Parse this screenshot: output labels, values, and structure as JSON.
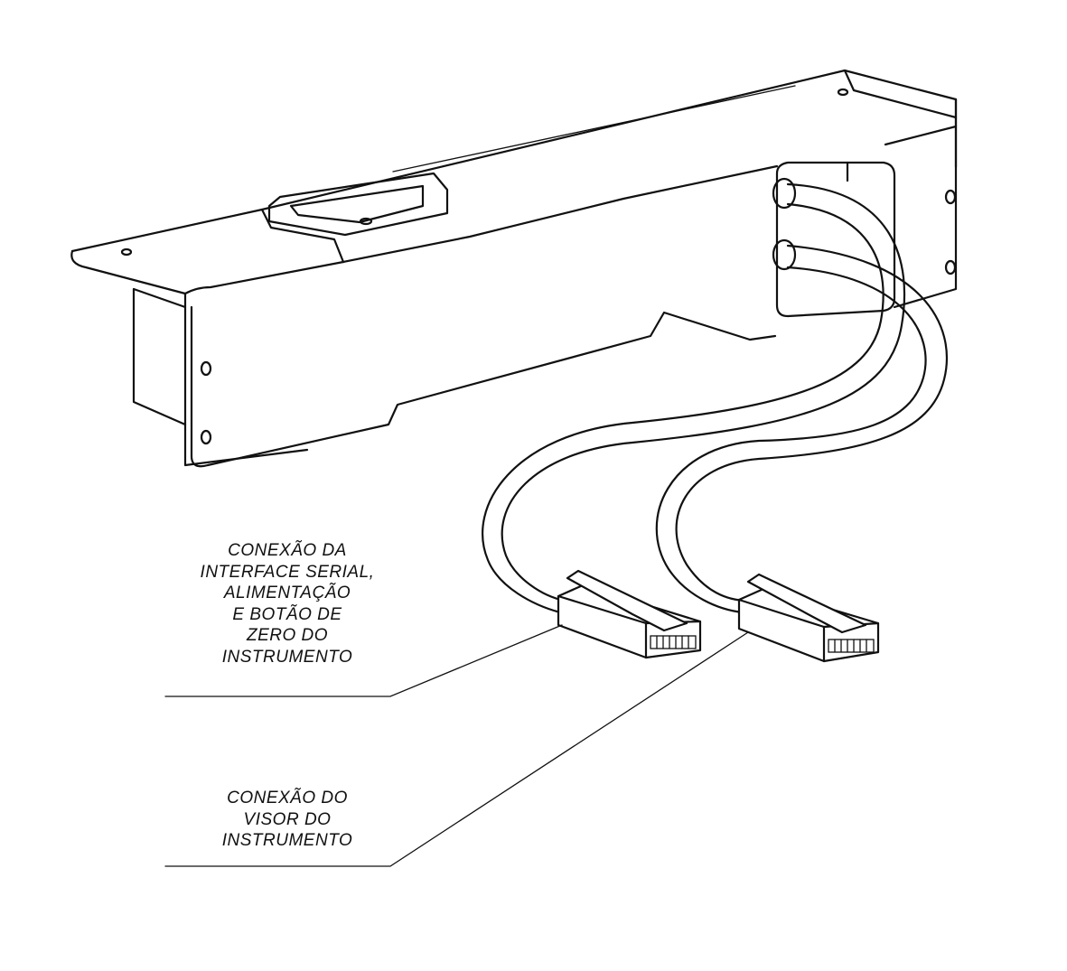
{
  "callouts": {
    "serial": {
      "lines": [
        "CONEXÃO DA",
        "INTERFACE SERIAL,",
        "ALIMENTAÇÃO",
        "E BOTÃO DE",
        "ZERO DO",
        "INSTRUMENTO"
      ]
    },
    "visor": {
      "lines": [
        "CONEXÃO DO",
        "VISOR DO",
        "INSTRUMENTO"
      ]
    }
  },
  "colors": {
    "ink": "#111111",
    "paper": "#ffffff"
  }
}
